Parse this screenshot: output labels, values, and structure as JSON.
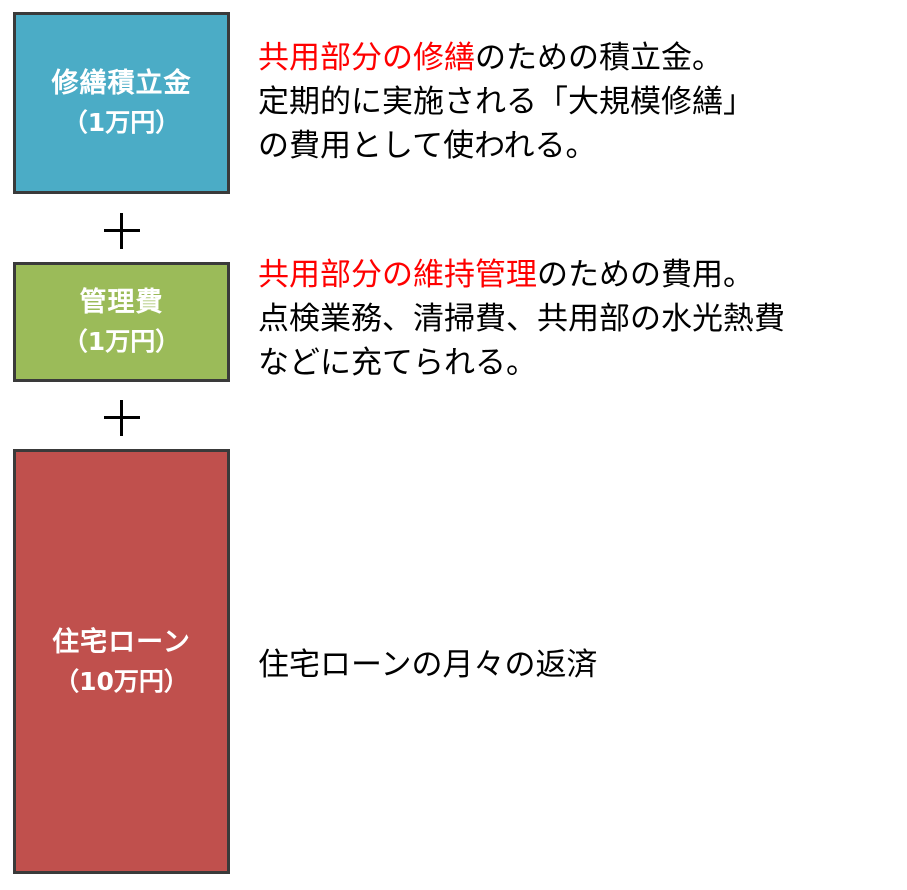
{
  "colors": {
    "shuzen_box": "#4bacc6",
    "kanri_box": "#9bbb59",
    "loan_box": "#c0504d",
    "highlight": "#ff0000"
  },
  "shuzen": {
    "name": "修繕積立金",
    "amount": "（1万円）",
    "desc_highlight": "共用部分の修繕",
    "desc_line1_rest": "のための積立金。",
    "desc_line2": "定期的に実施される「大規模修繕」",
    "desc_line3": "の費用として使われる。"
  },
  "plus_sign": "＋",
  "kanri": {
    "name": "管理費",
    "amount": "（1万円）",
    "desc_highlight": "共用部分の維持管理",
    "desc_line1_rest": "のための費用。",
    "desc_line2": "点検業務、清掃費、共用部の水光熱費",
    "desc_line3": "などに充てられる。"
  },
  "loan": {
    "name": "住宅ローン",
    "amount": "（10万円）",
    "desc": "住宅ローンの月々の返済"
  }
}
